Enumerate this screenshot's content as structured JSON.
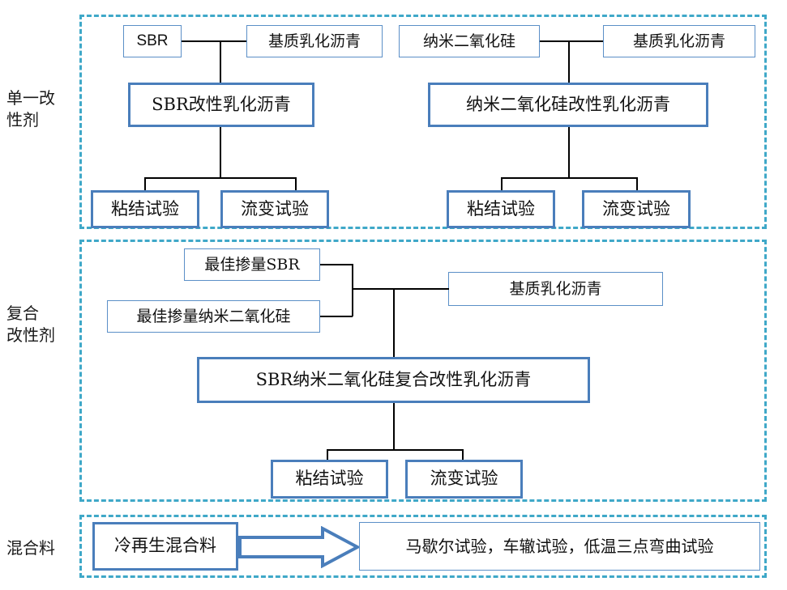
{
  "figure": {
    "type": "flowchart",
    "title": "",
    "colors": {
      "section_frame": "#3FA8C8",
      "node_thin_border": "#5B8FC7",
      "node_thick_border": "#4A7EBB",
      "connector": "#000000",
      "background": "#FFFFFF",
      "text": "#111111"
    }
  },
  "row_labels": {
    "single_modifier": "单一改\n性剂",
    "composite_modifier": "复合\n改性剂",
    "mixture": "混合料"
  },
  "section_single": {
    "left_branch": {
      "input_modifier": "SBR",
      "input_base": "基质乳化沥青",
      "product": "SBR改性乳化沥青",
      "tests": [
        "粘结试验",
        "流变试验"
      ]
    },
    "right_branch": {
      "input_modifier": "纳米二氧化硅",
      "input_base": "基质乳化沥青",
      "product": "纳米二氧化硅改性乳化沥青",
      "tests": [
        "粘结试验",
        "流变试验"
      ]
    }
  },
  "section_composite": {
    "input_sbr": "最佳掺量SBR",
    "input_nano": "最佳掺量纳米二氧化硅",
    "input_base": "基质乳化沥青",
    "product": "SBR纳米二氧化硅复合改性乳化沥青",
    "tests": [
      "粘结试验",
      "流变试验"
    ]
  },
  "section_mixture": {
    "source": "冷再生混合料",
    "arrow": "right-block-arrow",
    "tests": "马歇尔试验，车辙试验，低温三点弯曲试验"
  }
}
